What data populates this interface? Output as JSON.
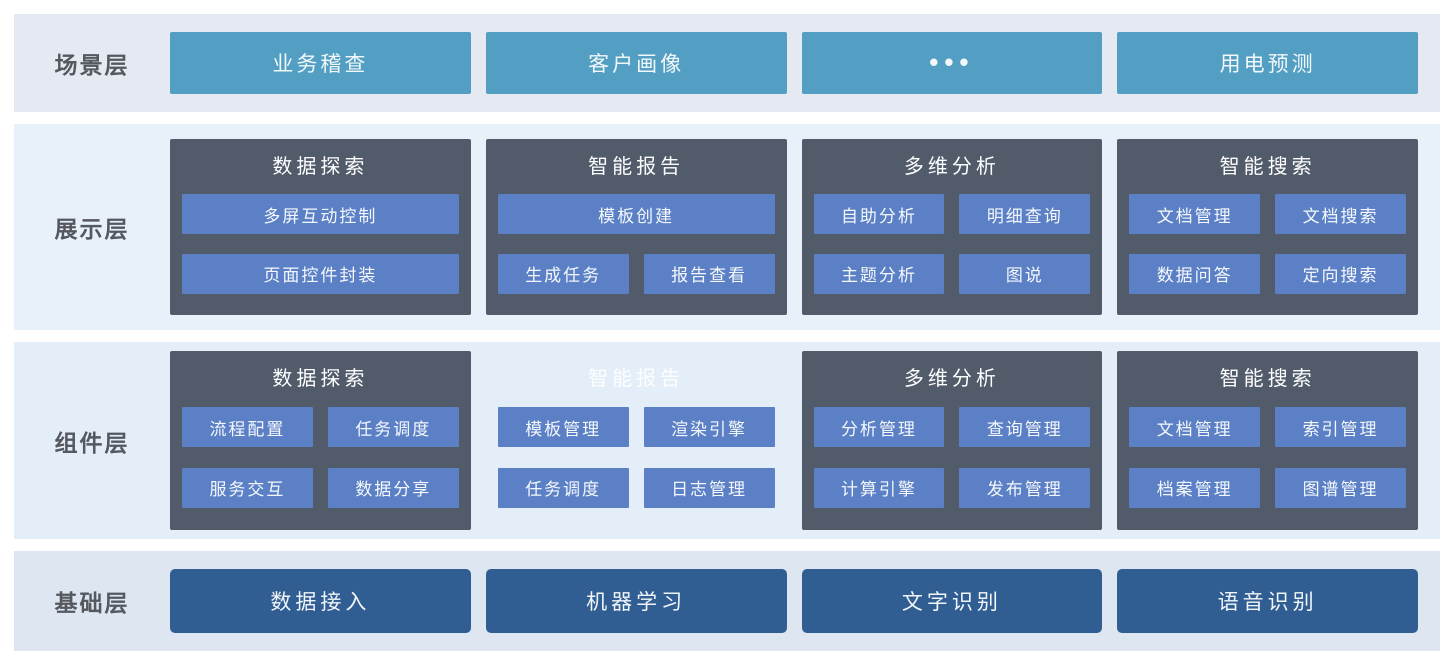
{
  "colors": {
    "band-scenario": "#e4e9f2",
    "band-presentation": "#e8f1fa",
    "band-component": "#e4eef9",
    "band-foundation": "#dde6f1",
    "scenario-box": "#539fc3",
    "group-bg": "#515b6a",
    "module-chip": "#5c80c6",
    "foundation-box": "#305e93"
  },
  "layers": {
    "scenario": {
      "label": "场景层",
      "boxes": [
        "业务稽查",
        "客户画像",
        "•••",
        "用电预测"
      ]
    },
    "presentation": {
      "label": "展示层",
      "groups": [
        {
          "title": "数据探索",
          "rows": [
            [
              "多屏互动控制"
            ],
            [
              "页面控件封装"
            ]
          ]
        },
        {
          "title": "智能报告",
          "rows": [
            [
              "模板创建"
            ],
            [
              "生成任务",
              "报告查看"
            ]
          ]
        },
        {
          "title": "多维分析",
          "rows": [
            [
              "自助分析",
              "明细查询"
            ],
            [
              "主题分析",
              "图说"
            ]
          ]
        },
        {
          "title": "智能搜索",
          "rows": [
            [
              "文档管理",
              "文档搜索"
            ],
            [
              "数据问答",
              "定向搜索"
            ]
          ]
        }
      ]
    },
    "component": {
      "label": "组件层",
      "groups": [
        {
          "title": "数据探索",
          "ghost": false,
          "rows": [
            [
              "流程配置",
              "任务调度"
            ],
            [
              "服务交互",
              "数据分享"
            ]
          ]
        },
        {
          "title": "智能报告",
          "ghost": true,
          "rows": [
            [
              "模板管理",
              "渲染引擎"
            ],
            [
              "任务调度",
              "日志管理"
            ]
          ]
        },
        {
          "title": "多维分析",
          "ghost": false,
          "rows": [
            [
              "分析管理",
              "查询管理"
            ],
            [
              "计算引擎",
              "发布管理"
            ]
          ]
        },
        {
          "title": "智能搜索",
          "ghost": false,
          "rows": [
            [
              "文档管理",
              "索引管理"
            ],
            [
              "档案管理",
              "图谱管理"
            ]
          ]
        }
      ]
    },
    "foundation": {
      "label": "基础层",
      "boxes": [
        "数据接入",
        "机器学习",
        "文字识别",
        "语音识别"
      ]
    }
  }
}
